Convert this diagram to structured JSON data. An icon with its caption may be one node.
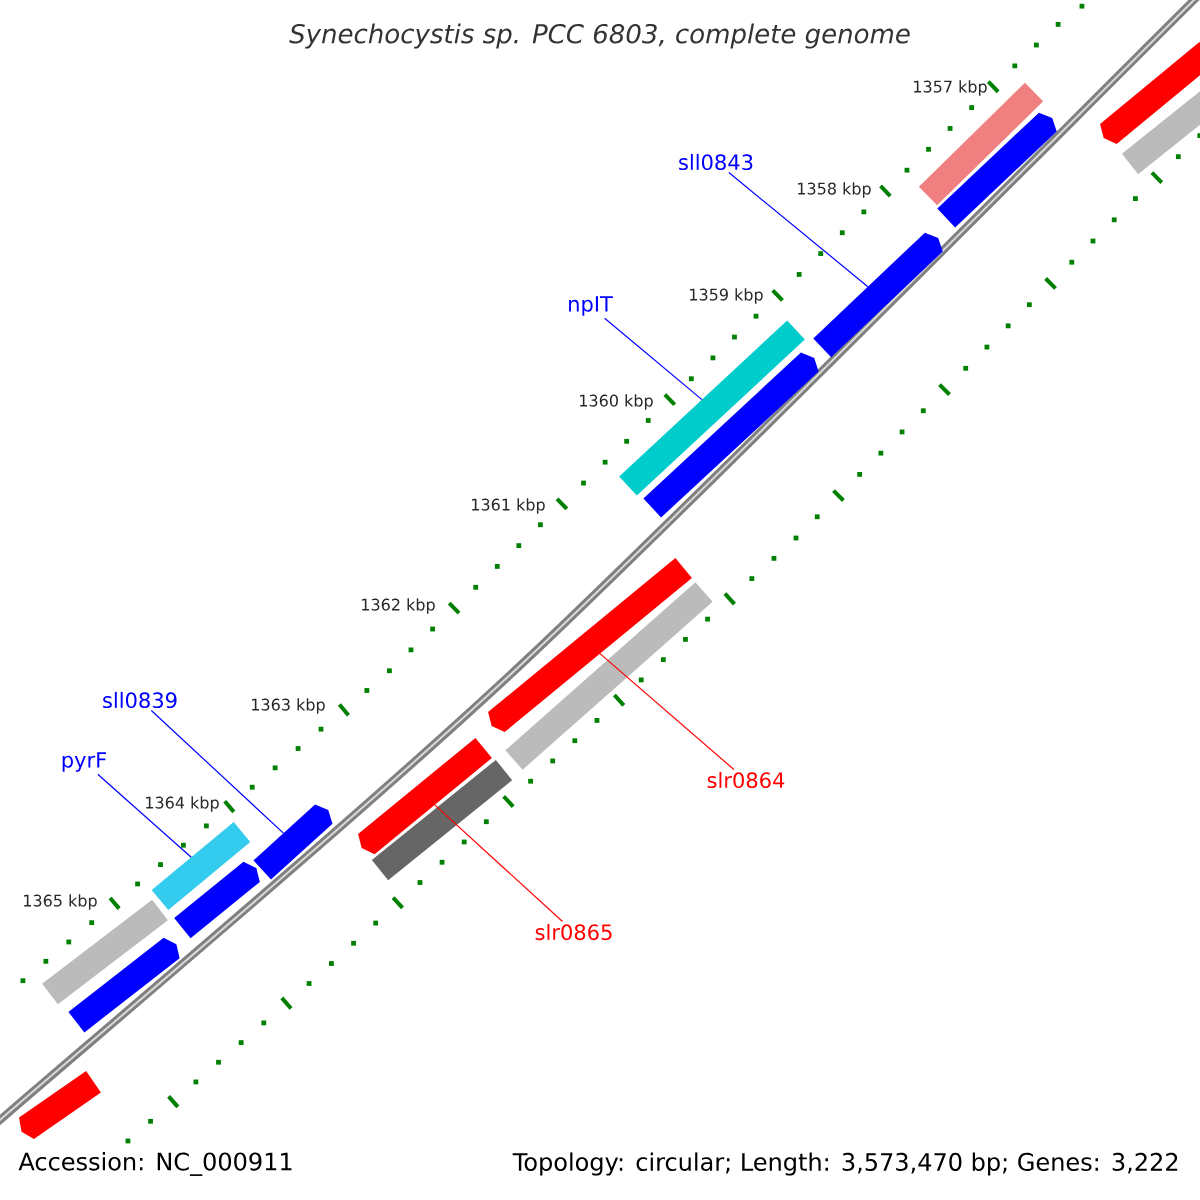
{
  "diagram": {
    "title": "Synechocystis sp. PCC 6803, complete genome",
    "nodes": [
      {
        "text": [
          "sll0843"
        ]
      },
      {
        "text": [
          "npIT"
        ]
      },
      {
        "text": [
          "sll0839"
        ]
      },
      {
        "text": [
          "pyrF"
        ]
      },
      {
        "text": [
          "slr0864"
        ]
      },
      {
        "text": [
          "slr0865"
        ]
      },
      {
        "text": [],
        "shape": "arrow"
      },
      {
        "text": [],
        "shape": "bar"
      },
      {
        "text": [],
        "shape": "bar"
      },
      {
        "text": [],
        "shape": "arrow"
      },
      {
        "text": [],
        "shape": "arrow"
      },
      {
        "text": [],
        "shape": "bar"
      },
      {
        "text": [],
        "shape": "arrow"
      },
      {
        "text": [],
        "shape": "arrow"
      },
      {
        "text": [],
        "shape": "bar"
      },
      {
        "text": [],
        "shape": "arrow"
      },
      {
        "text": [],
        "shape": "bar"
      },
      {
        "text": [],
        "shape": "arrow"
      },
      {
        "text": [],
        "shape": "bar"
      },
      {
        "text": [],
        "shape": "arrow"
      },
      {
        "text": [],
        "shape": "bar"
      },
      {
        "text": [],
        "shape": "arrow"
      },
      {
        "text": [],
        "shape": "arrow"
      }
    ],
    "edges": [
      {
        "from": 0,
        "to": 10,
        "arrow": "none"
      },
      {
        "from": 1,
        "to": 11,
        "arrow": "none"
      },
      {
        "from": 2,
        "to": 17,
        "arrow": "none"
      },
      {
        "from": 3,
        "to": 18,
        "arrow": "none"
      },
      {
        "from": 4,
        "to": 13,
        "arrow": "none",
        "color": "#ff0000"
      },
      {
        "from": 5,
        "to": 15,
        "arrow": "none",
        "color": "#ff0000"
      }
    ],
    "labels": [
      "1357 kbp",
      "1358 kbp",
      "1359 kbp",
      "1360 kbp",
      "1361 kbp",
      "1362 kbp",
      "1363 kbp",
      "1364 kbp",
      "1365 kbp",
      "Accession: NC_000911",
      "Topology: circular; Length: 3,573,470 bp; Genes: 3,222"
    ]
  }
}
